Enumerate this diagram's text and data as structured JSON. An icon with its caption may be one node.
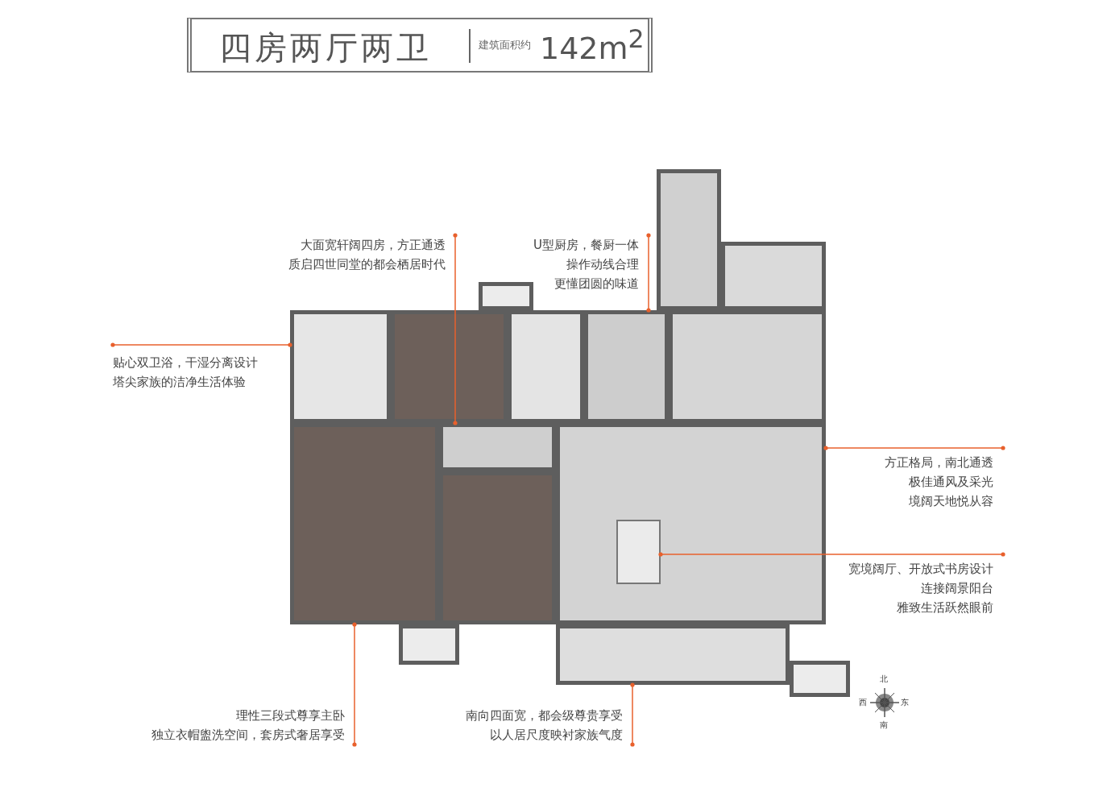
{
  "diagram": {
    "title": "四房两厅两卫",
    "nodes": [
      {
        "text": [
          "大面宽轩阔四房，方正通透",
          "质启四世同堂的都会栖居时代"
        ]
      },
      {
        "text": [
          "U型厨房，餐厨一体",
          "操作动线合理",
          "更懂团圆的味道"
        ]
      },
      {
        "text": [
          "贴心双卫浴，干湿分离设计",
          "塔尖家族的洁净生活体验"
        ]
      },
      {
        "text": [
          "方正格局，南北通透",
          "极佳通风及采光",
          "境阔天地悦从容"
        ]
      },
      {
        "text": [
          "宽境阔厅、开放式书房设计",
          "连接阔景阳台",
          "雅致生活跃然眼前"
        ]
      },
      {
        "text": [
          "理性三段式尊享主卧",
          "独立衣帽盥洗空间，套房式奢居享受"
        ]
      },
      {
        "text": [
          "南向四面宽，都会级尊贵享受",
          "以人居尺度映衬家族气度"
        ]
      },
      {
        "text": [],
        "shape": "box"
      },
      {
        "text": [],
        "shape": "box"
      },
      {
        "text": [],
        "shape": "box"
      },
      {
        "text": [],
        "shape": "box"
      },
      {
        "text": [],
        "shape": "box"
      },
      {
        "text": [],
        "shape": "box"
      },
      {
        "text": [],
        "shape": "box"
      },
      {
        "text": [],
        "shape": "box"
      },
      {
        "text": [],
        "shape": "box"
      },
      {
        "text": [],
        "shape": "box"
      },
      {
        "text": [],
        "shape": "box"
      },
      {
        "text": [],
        "shape": "box",
        "in": 17
      },
      {
        "text": [],
        "shape": "box"
      },
      {
        "text": [],
        "shape": "box"
      },
      {
        "text": [],
        "shape": "box"
      },
      {
        "text": [],
        "shape": "box"
      }
    ],
    "edges": [
      {
        "from": 0,
        "to": 16,
        "arrow": "other"
      },
      {
        "from": 1,
        "to": 13,
        "arrow": "other"
      },
      {
        "from": 2,
        "to": 10,
        "arrow": "other"
      },
      {
        "from": 3,
        "to": 17,
        "arrow": "other"
      },
      {
        "from": 4,
        "to": 18,
        "arrow": "other"
      },
      {
        "from": 5,
        "to": 15,
        "arrow": "other"
      },
      {
        "from": 6,
        "to": 20,
        "arrow": "other"
      }
    ],
    "labels": [
      "建筑面积约",
      "142m$^{2}$",
      "北",
      "西",
      "东",
      "南"
    ]
  }
}
